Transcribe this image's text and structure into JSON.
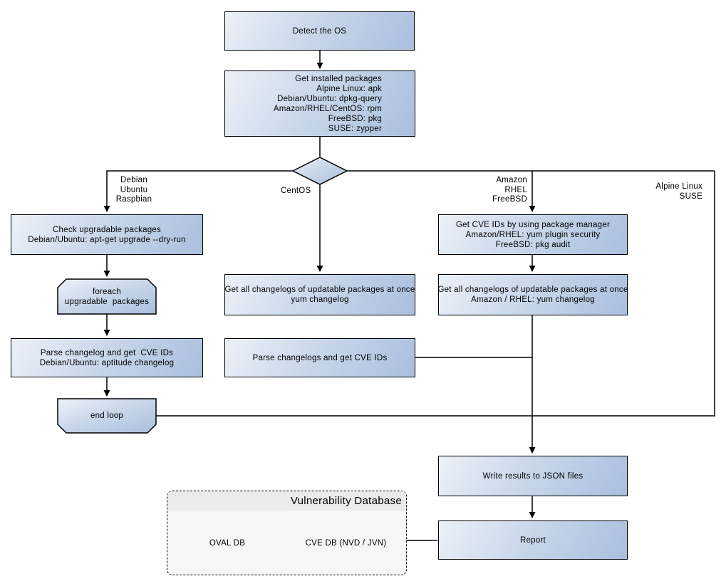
{
  "diagram": {
    "kind": "flowchart",
    "container": {
      "title": "Vulnerability Database"
    },
    "nodes": {
      "detect_os": {
        "label": "Detect the OS"
      },
      "get_installed": {
        "label": "Get installed packages\nAlpine Linux: apk\nDebian/Ubuntu: dpkg-query\nAmazon/RHEL/CentOS: rpm\nFreeBSD: pkg\nSUSE: zypper"
      },
      "check_upgradable": {
        "label": "Check upgradable packages\nDebian/Ubuntu: apt-get upgrade --dry-run"
      },
      "foreach_loop": {
        "label": "foreach\nupgradable  packages"
      },
      "parse_changelog_left": {
        "label": "Parse changelog and get  CVE IDs\nDebian/Ubuntu: aptitude changelog"
      },
      "end_loop": {
        "label": "end loop"
      },
      "get_changelogs_centos": {
        "label": "Get all changelogs of updatable packages at once\nyum changelog"
      },
      "parse_changelogs_center": {
        "label": "Parse changelogs and get CVE IDs"
      },
      "get_cve_ids_pkg_manager": {
        "label": "Get CVE IDs by using package manager\nAmazon/RHEL: yum plugin security\nFreeBSD: pkg audit"
      },
      "get_changelogs_amazon": {
        "label": "Get all changelogs of updatable packages at once\nAmazon / RHEL: yum changelog"
      },
      "write_results": {
        "label": "Write results to JSON files"
      },
      "report": {
        "label": "Report"
      },
      "oval_db": {
        "label": "OVAL DB"
      },
      "cve_db": {
        "label": "CVE DB (NVD / JVN)"
      }
    },
    "edge_labels": {
      "debian_branch": "Debian\nUbuntu\nRaspbian",
      "centos_branch": "CentOS",
      "amazon_branch": "Amazon\nRHEL\nFreeBSD",
      "alpine_branch": "Alpine Linux\nSUSE"
    },
    "colors": {
      "node_fill_light": "#ecf1f8",
      "node_fill_dark": "#a9bfde",
      "border": "#000000",
      "container_fill": "#f6f6f6",
      "container_header": "#ebebeb",
      "background": "#ffffff"
    }
  }
}
